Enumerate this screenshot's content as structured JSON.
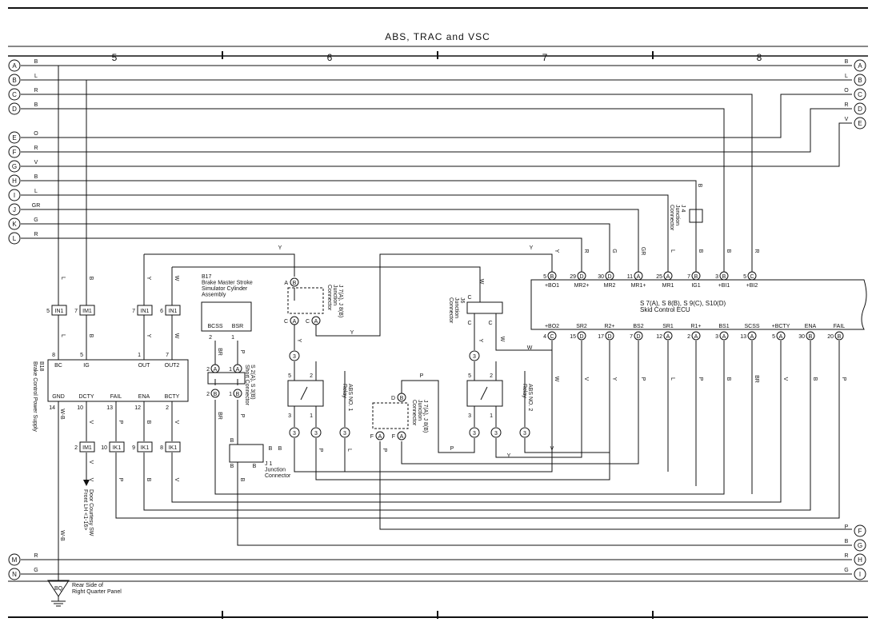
{
  "title": "ABS, TRAC and VSC",
  "sections": [
    "5",
    "6",
    "7",
    "8"
  ],
  "left_refs": [
    {
      "id": "A",
      "wire": "B"
    },
    {
      "id": "B",
      "wire": "L"
    },
    {
      "id": "C",
      "wire": "R"
    },
    {
      "id": "D",
      "wire": "B"
    },
    {
      "id": "E",
      "wire": "O"
    },
    {
      "id": "F",
      "wire": "R"
    },
    {
      "id": "G",
      "wire": "V"
    },
    {
      "id": "H",
      "wire": "B"
    },
    {
      "id": "I",
      "wire": "L"
    },
    {
      "id": "J",
      "wire": "GR"
    },
    {
      "id": "K",
      "wire": "G"
    },
    {
      "id": "L",
      "wire": "R"
    }
  ],
  "right_refs": [
    {
      "id": "A",
      "wire": "B"
    },
    {
      "id": "B",
      "wire": "L"
    },
    {
      "id": "C",
      "wire": "O"
    },
    {
      "id": "D",
      "wire": "R"
    },
    {
      "id": "E",
      "wire": "V"
    }
  ],
  "bottom_left_refs": [
    {
      "id": "M",
      "wire": "R"
    },
    {
      "id": "N",
      "wire": "G"
    }
  ],
  "bottom_right_refs": [
    {
      "id": "F",
      "wire": "P"
    },
    {
      "id": "G",
      "wire": "B"
    },
    {
      "id": "H",
      "wire": "R"
    },
    {
      "id": "I",
      "wire": "G"
    }
  ],
  "ecu": {
    "title_line1": "S 7(A), S 8(B), S 9(C), S10(D)",
    "title_line2": "Skid Control ECU",
    "top_pins": [
      {
        "no": "5",
        "conn": "B",
        "name": "+BO1"
      },
      {
        "no": "29",
        "conn": "D",
        "name": "MR2+"
      },
      {
        "no": "30",
        "conn": "D",
        "name": "MR2"
      },
      {
        "no": "11",
        "conn": "A",
        "name": "MR1+"
      },
      {
        "no": "25",
        "conn": "A",
        "name": "MR1"
      },
      {
        "no": "7",
        "conn": "B",
        "name": "IG1"
      },
      {
        "no": "3",
        "conn": "B",
        "name": "+BI1"
      },
      {
        "no": "5",
        "conn": "C",
        "name": "+BI2"
      }
    ],
    "top_wires": [
      "Y",
      "R",
      "G",
      "GR",
      "L",
      "B",
      "B",
      "R"
    ],
    "bottom_pins": [
      {
        "no": "4",
        "conn": "C",
        "name": "+BO2"
      },
      {
        "no": "15",
        "conn": "D",
        "name": "SR2"
      },
      {
        "no": "17",
        "conn": "D",
        "name": "R2+"
      },
      {
        "no": "7",
        "conn": "D",
        "name": "BS2"
      },
      {
        "no": "12",
        "conn": "A",
        "name": "SR1"
      },
      {
        "no": "2",
        "conn": "A",
        "name": "R1+"
      },
      {
        "no": "3",
        "conn": "A",
        "name": "BS1"
      },
      {
        "no": "13",
        "conn": "A",
        "name": "SCSS"
      },
      {
        "no": "5",
        "conn": "A",
        "name": "+BCTY"
      },
      {
        "no": "30",
        "conn": "B",
        "name": "ENA"
      },
      {
        "no": "20",
        "conn": "B",
        "name": "FAIL"
      }
    ],
    "bottom_wires": [
      "W",
      "V",
      "Y",
      "P",
      "L",
      "P",
      "B",
      "BR",
      "V",
      "B",
      "P"
    ]
  },
  "b18": {
    "name": "B18",
    "label": "Brake Control Power Supply",
    "top_pins": [
      {
        "no": "8",
        "name": "BC"
      },
      {
        "no": "5",
        "name": "IG"
      },
      {
        "no": "1",
        "name": "OUT"
      },
      {
        "no": "7",
        "name": "OUT2"
      }
    ],
    "bottom_pins": [
      {
        "no": "14",
        "name": "GND"
      },
      {
        "no": "10",
        "name": "DCTY"
      },
      {
        "no": "13",
        "name": "FAIL"
      },
      {
        "no": "12",
        "name": "ENA"
      },
      {
        "no": "2",
        "name": "BCTY"
      }
    ]
  },
  "in_connectors": [
    {
      "no": "5",
      "name": "IN1",
      "wire": "L"
    },
    {
      "no": "7",
      "name": "IM1",
      "wire": "B"
    },
    {
      "no": "7",
      "name": "IN1",
      "wire": "Y"
    },
    {
      "no": "6",
      "name": "IN1",
      "wire": "W"
    }
  ],
  "out_connectors": [
    {
      "no": "2",
      "name": "IM1",
      "wire": "V"
    },
    {
      "no": "10",
      "name": "IK1",
      "wire": "P"
    },
    {
      "no": "9",
      "name": "IK1",
      "wire": "B"
    },
    {
      "no": "8",
      "name": "IK1",
      "wire": "V"
    }
  ],
  "b17": {
    "lines": [
      "B17",
      "Brake Master Stroke",
      "Simulator Cylinder",
      "Assembly"
    ],
    "pins": [
      {
        "no": "2",
        "name": "BCSS",
        "wire": "BR"
      },
      {
        "no": "1",
        "name": "BSR",
        "wire": "P"
      }
    ]
  },
  "short_conn": {
    "label1": "S 2(A), S 3(B)",
    "label2": "Short Connector",
    "pins": [
      "2",
      "A",
      "1",
      "A",
      "2",
      "B",
      "1",
      "B"
    ]
  },
  "j1": {
    "lines": [
      "J 1",
      "Junction",
      "Connector"
    ],
    "pins": [
      "B",
      "B",
      "B",
      "B",
      "B"
    ]
  },
  "j7_top": {
    "lines": [
      "J 7(A), J 8(B)",
      "Junction",
      "Connector"
    ],
    "pins": [
      "A",
      "B",
      "C",
      "A",
      "C",
      "A"
    ]
  },
  "j7_mid": {
    "lines": [
      "J 7(A), J 8(B)",
      "Junction",
      "Connector"
    ],
    "pins": [
      "D",
      "B",
      "F",
      "A",
      "F",
      "A"
    ]
  },
  "j6": {
    "lines": [
      "J6",
      "Junction",
      "Connector"
    ],
    "pins": [
      "C",
      "C",
      "C"
    ]
  },
  "j4": {
    "lines": [
      "J 4",
      "Junction",
      "Connector"
    ]
  },
  "relay1": {
    "lines": [
      "ABS NO. 1",
      "Relay"
    ],
    "pins": [
      "5",
      "2",
      "3",
      "1",
      "3",
      "3",
      "3",
      "3"
    ]
  },
  "relay2": {
    "lines": [
      "ABS NO. 2",
      "Relay"
    ],
    "pins": [
      "5",
      "2",
      "3",
      "1",
      "3",
      "3",
      "3",
      "3"
    ]
  },
  "wire_labels": {
    "y_top": "Y",
    "y_top2": "Y",
    "w_j6": "W",
    "w_long": "W",
    "y_j7": "Y",
    "p_mid": "P",
    "p_mid2": "P",
    "v_bot": "V",
    "y_bot": "Y",
    "w_ecu": "W",
    "bq_wire": "W-B",
    "gnd_wire": "W-B",
    "gr_j": "B",
    "relay_l": "L",
    "relay_y": "Y",
    "relay_p": "P",
    "v_door": "V",
    "y_rel": "Y",
    "br_j1": "BR",
    "p_s2": "P",
    "b_j1": "B",
    "p_relay2": "P"
  },
  "door_sw": {
    "lines": [
      "Door Courtesy SW",
      "Front LH <1-16>"
    ]
  },
  "ground": {
    "id": "BQ",
    "lines": [
      "Rear Side of",
      "Right Quarter Panel"
    ]
  }
}
